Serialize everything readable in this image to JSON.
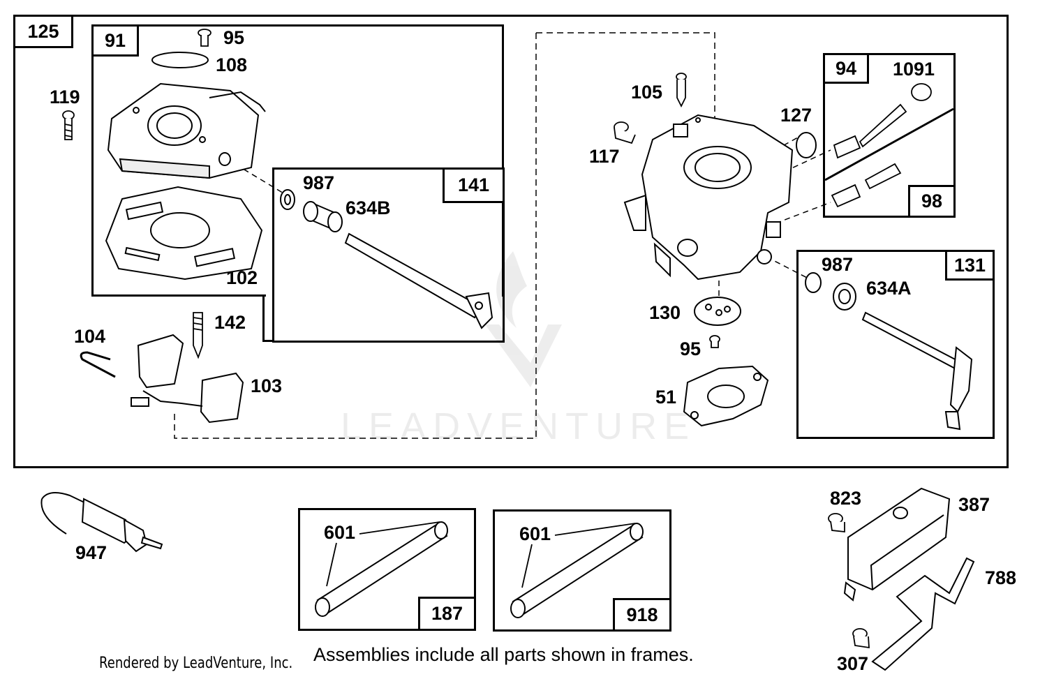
{
  "diagram": {
    "frames": {
      "main": "125",
      "upper_body": "91",
      "choke_shaft": "141",
      "needle": "94",
      "idle_screw": "98",
      "throttle_shaft": "131",
      "fuel_line_a": "187",
      "fuel_line_b": "918"
    },
    "parts": {
      "p95a": "95",
      "p108": "108",
      "p119": "119",
      "p102": "102",
      "p987a": "987",
      "p634b": "634B",
      "p142": "142",
      "p104": "104",
      "p103": "103",
      "p105": "105",
      "p127": "127",
      "p1091": "1091",
      "p117": "117",
      "p987b": "987",
      "p634a": "634A",
      "p130": "130",
      "p95b": "95",
      "p51": "51",
      "p947": "947",
      "p601a": "601",
      "p601b": "601",
      "p823": "823",
      "p387": "387",
      "p788": "788",
      "p307": "307"
    },
    "note": "Assemblies include all parts shown in frames.",
    "credit": "Rendered by LeadVenture, Inc.",
    "watermark": "LEADVENTURE"
  }
}
